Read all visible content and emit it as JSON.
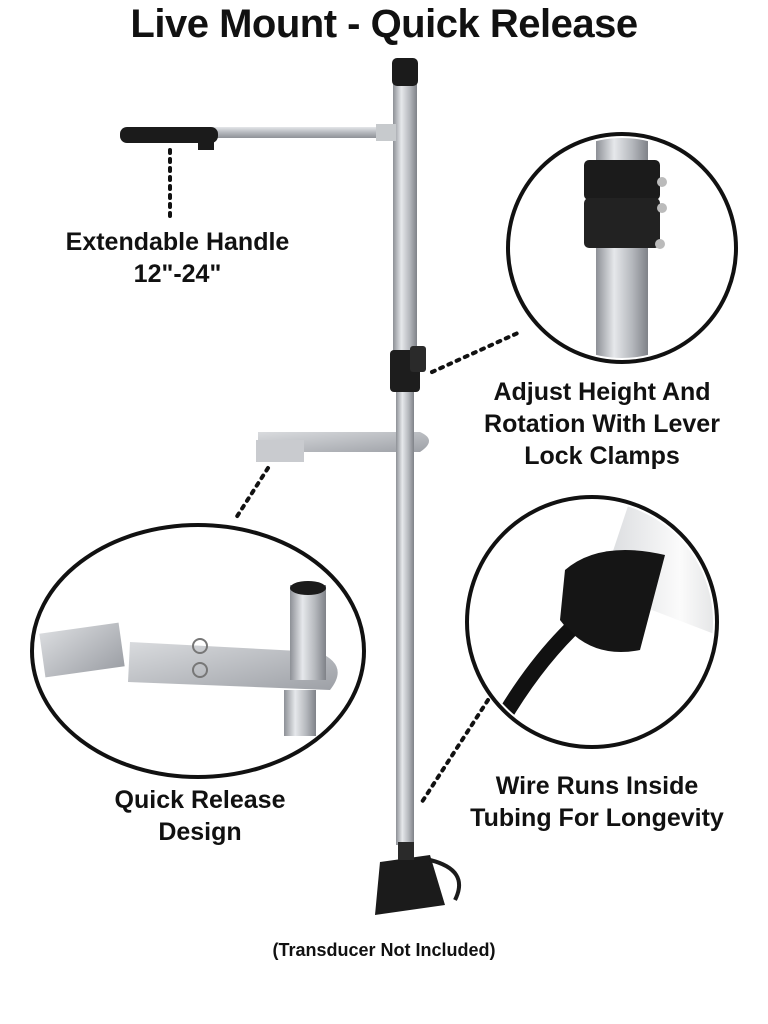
{
  "title": "Live Mount - Quick Release",
  "callouts": {
    "handle": {
      "line1": "Extendable Handle",
      "line2": "12\"-24\""
    },
    "clamps": {
      "line1": "Adjust Height And",
      "line2": "Rotation With Lever",
      "line3": "Lock Clamps"
    },
    "release": {
      "line1": "Quick Release",
      "line2": "Design"
    },
    "wire": {
      "line1": "Wire Runs Inside",
      "line2": "Tubing For Longevity"
    }
  },
  "footnote": "(Transducer Not Included)",
  "colors": {
    "tube": "#b9bcc1",
    "tube_dark": "#8a8e94",
    "black_part": "#1b1b1b",
    "text": "#111111"
  }
}
